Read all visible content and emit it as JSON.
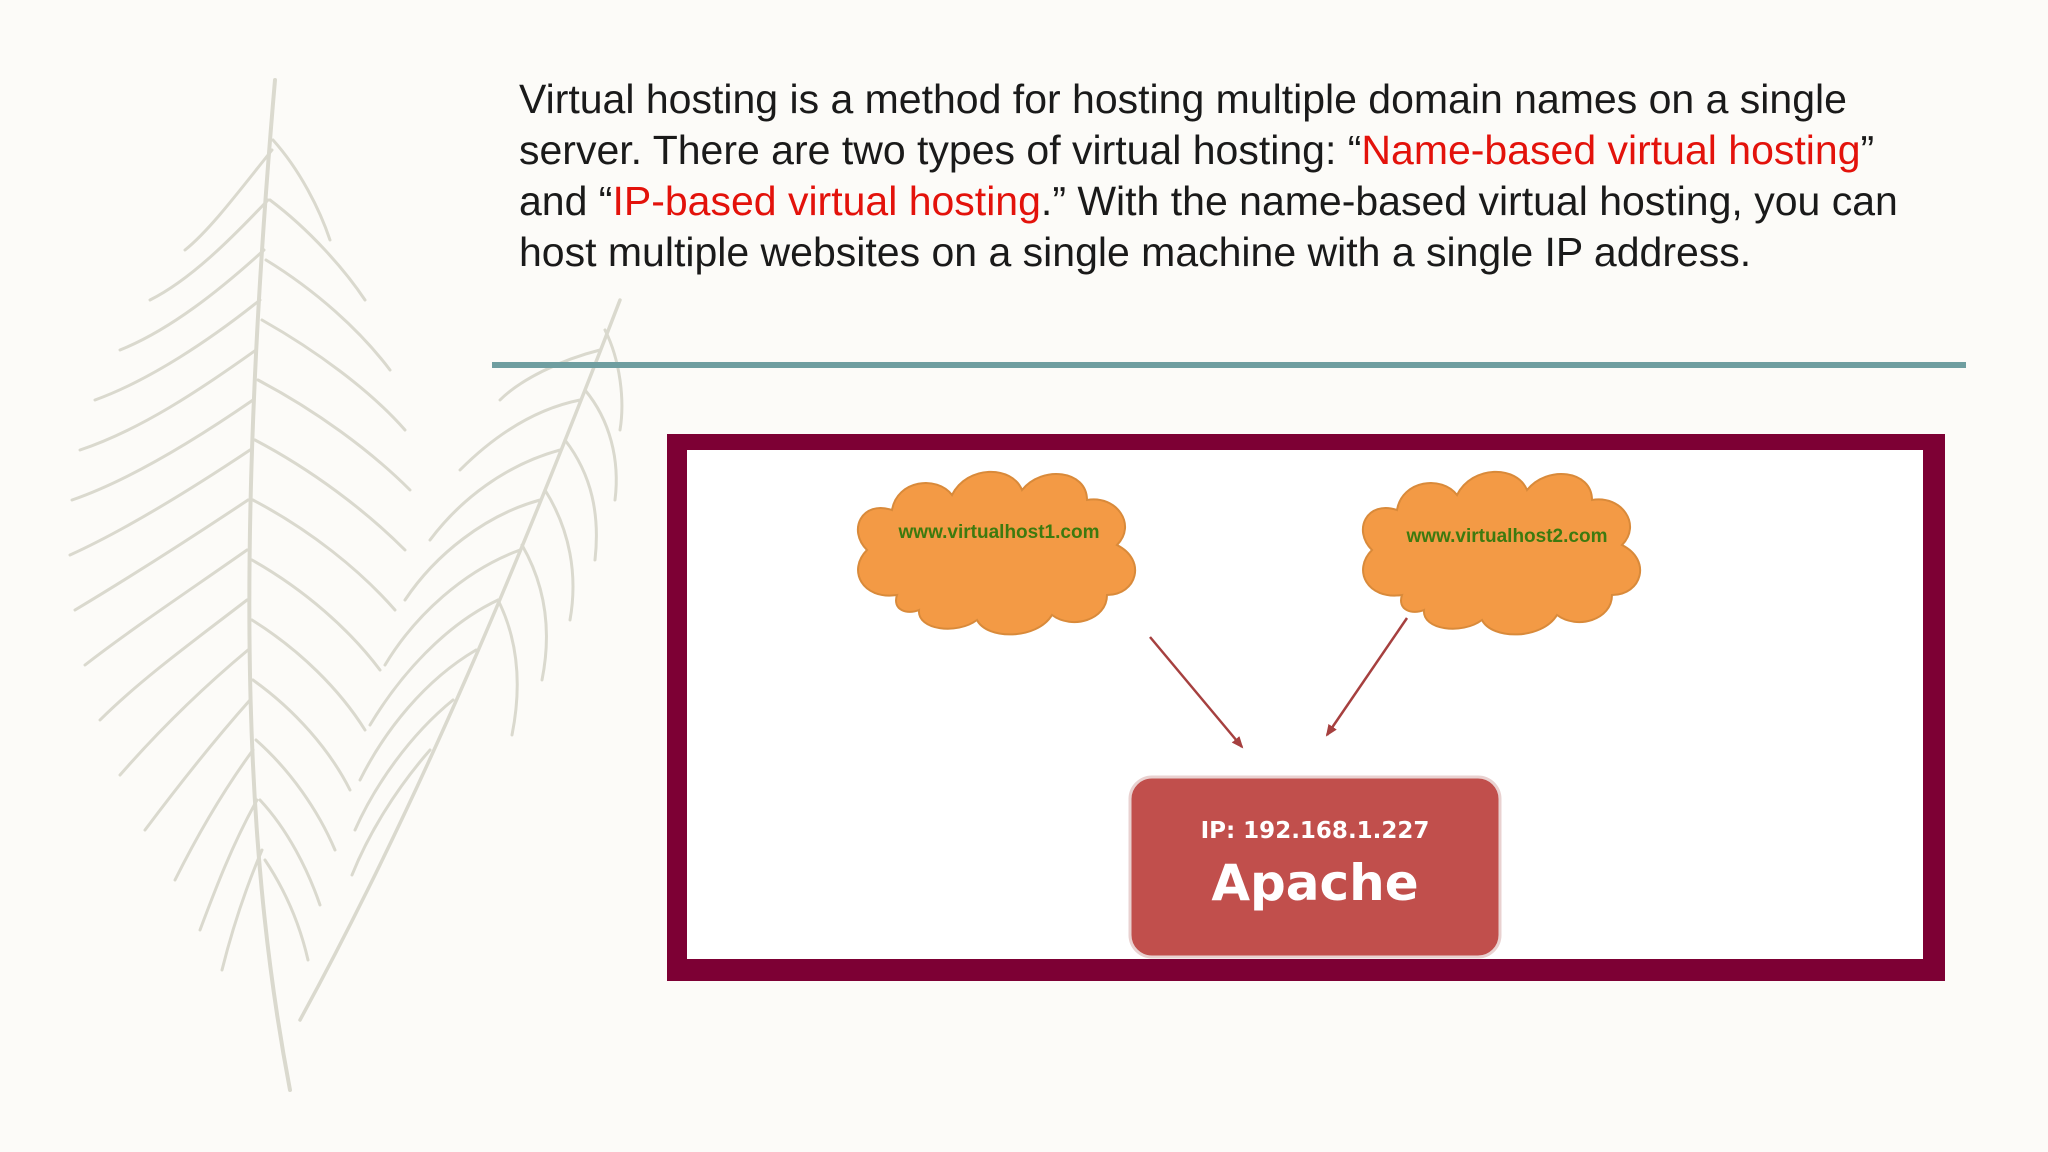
{
  "paragraph": {
    "line1": "Virtual hosting is a method for hosting multiple domain names on a single",
    "line2_a": "server. There are two types of virtual hosting: “",
    "line2_highlight": "Name-based virtual hosting",
    "line2_b": "”",
    "line3_a": "and “",
    "line3_highlight": "IP-based virtual hosting",
    "line3_b": ".” With the name-based virtual hosting, you can",
    "line4": "host multiple websites on a single machine with a single IP address."
  },
  "diagram": {
    "host1": "www.virtualhost1.com",
    "host2": "www.virtualhost2.com",
    "server_ip": "IP: 192.168.1.227",
    "server_name": "Apache"
  },
  "colors": {
    "highlight": "#e3120b",
    "frame": "#7d0034",
    "rule": "#6f9ea0",
    "cloud": "#f39a45",
    "server_box": "#c14f4c"
  }
}
